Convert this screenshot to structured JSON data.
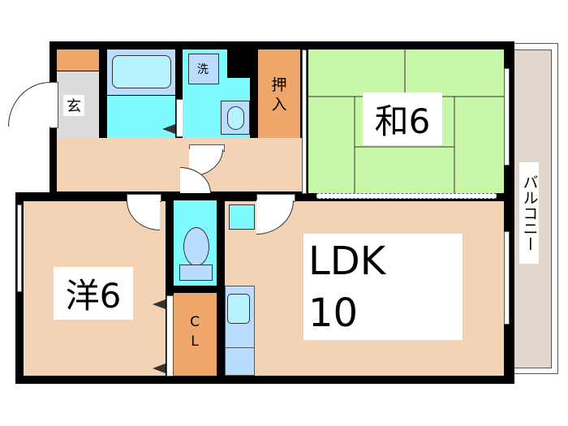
{
  "floorplan": {
    "colors": {
      "wall": "#000000",
      "floor_wood": "#f3d2b5",
      "tatami": "#c8f7a8",
      "wet_area": "#7ffaff",
      "fixture_blue": "#b9dcff",
      "storage": "#efa66a",
      "entrance": "#dcdcdc",
      "balcony": "#e3d6cd"
    },
    "rooms": {
      "entrance": {
        "label": "玄"
      },
      "washer": {
        "label": "洗"
      },
      "oshiire": {
        "label_line1": "押",
        "label_line2": "入"
      },
      "washitsu": {
        "label": "和6"
      },
      "youshitsu": {
        "label": "洋6"
      },
      "closet": {
        "label_line1": "C",
        "label_line2": "L"
      },
      "ldk": {
        "label_line1": "LDK",
        "label_line2": "10"
      },
      "balcony": {
        "label": "バルコニー"
      }
    }
  }
}
